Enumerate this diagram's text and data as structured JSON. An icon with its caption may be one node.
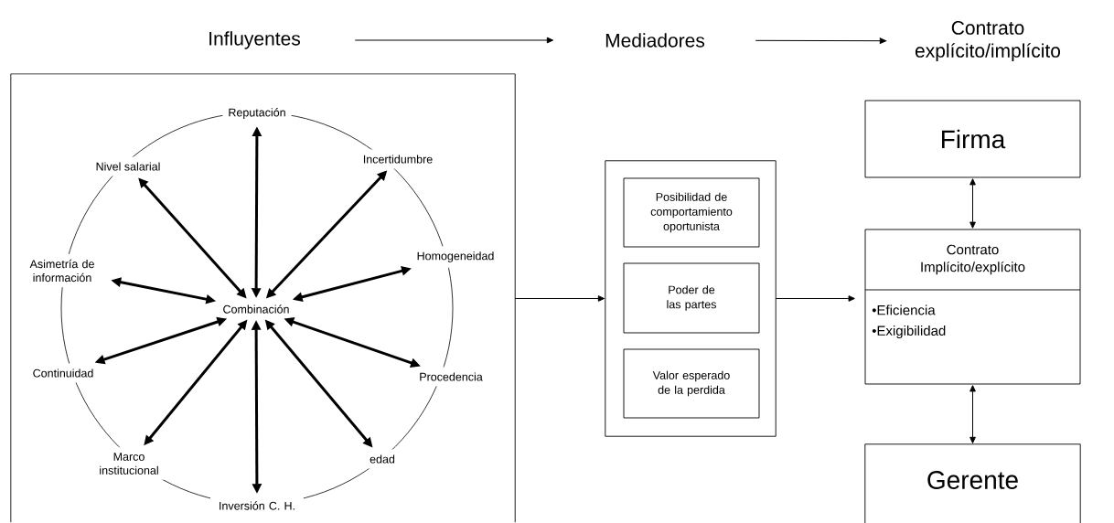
{
  "diagram": {
    "nodes": [
      {
        "text": [
          "Influyentes"
        ]
      },
      {
        "text": [
          "Mediadores"
        ]
      },
      {
        "text": [
          "Contrato explícito/implícito"
        ]
      },
      {
        "text": [],
        "shape": "box"
      },
      {
        "text": [
          "Combinación"
        ],
        "in": 3
      },
      {
        "text": [
          "Reputación"
        ],
        "in": 3
      },
      {
        "text": [
          "Incertidumbre"
        ],
        "in": 3
      },
      {
        "text": [
          "Homogeneidad"
        ],
        "in": 3
      },
      {
        "text": [
          "Procedencia"
        ],
        "in": 3
      },
      {
        "text": [
          "edad"
        ],
        "in": 3
      },
      {
        "text": [
          "Inversión C. H."
        ],
        "in": 3
      },
      {
        "text": [
          "Marco institucional"
        ],
        "in": 3
      },
      {
        "text": [
          "Continuidad"
        ],
        "in": 3
      },
      {
        "text": [
          "Asimetría de información"
        ],
        "in": 3
      },
      {
        "text": [
          "Nivel salarial"
        ],
        "in": 3
      },
      {
        "text": [],
        "shape": "box"
      },
      {
        "text": [
          "Posibilidad de comportamiento oportunista"
        ],
        "in": 15
      },
      {
        "text": [
          "Poder de las partes"
        ],
        "in": 15
      },
      {
        "text": [
          "Valor esperado de la perdida"
        ],
        "in": 15
      },
      {
        "text": [
          "Firma"
        ]
      },
      {
        "text": [
          "Contrato Implícito/explícito",
          "•Eficiencia",
          "•Exigibilidad"
        ]
      },
      {
        "text": [
          "Gerente"
        ]
      }
    ],
    "edges": [
      {
        "from": 0,
        "to": 1,
        "arrow": "to"
      },
      {
        "from": 1,
        "to": 2,
        "arrow": "to"
      },
      {
        "from": 4,
        "to": 5,
        "arrow": "both"
      },
      {
        "from": 4,
        "to": 6,
        "arrow": "both"
      },
      {
        "from": 4,
        "to": 7,
        "arrow": "both"
      },
      {
        "from": 4,
        "to": 8,
        "arrow": "both"
      },
      {
        "from": 4,
        "to": 9,
        "arrow": "both"
      },
      {
        "from": 4,
        "to": 10,
        "arrow": "both"
      },
      {
        "from": 4,
        "to": 11,
        "arrow": "both"
      },
      {
        "from": 4,
        "to": 12,
        "arrow": "both"
      },
      {
        "from": 4,
        "to": 13,
        "arrow": "both"
      },
      {
        "from": 4,
        "to": 14,
        "arrow": "both"
      },
      {
        "from": 3,
        "to": 15,
        "arrow": "to"
      },
      {
        "from": 15,
        "to": 20,
        "arrow": "to"
      },
      {
        "from": 19,
        "to": 20,
        "arrow": "both"
      },
      {
        "from": 20,
        "to": 21,
        "arrow": "both"
      }
    ]
  }
}
